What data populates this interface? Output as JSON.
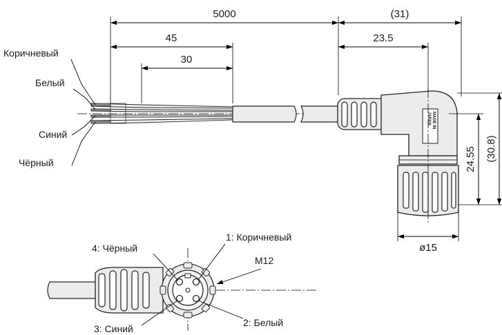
{
  "dimensions": {
    "cable_length": "5000",
    "strip_outer": "45",
    "strip_inner": "30",
    "connector_length": "(31)",
    "connector_offset": "23.5",
    "height_inner": "24.55",
    "height_outer": "(30.8)",
    "diameter": "ø15"
  },
  "wire_labels": {
    "brown": "Коричневый",
    "white": "Белый",
    "blue": "Синий",
    "black": "Чёрный"
  },
  "pin_labels": {
    "pin1": "1: Коричневый",
    "pin2": "2: Белый",
    "pin3": "3: Синий",
    "pin4": "4: Чёрный",
    "thread": "M12"
  },
  "label_plate": {
    "line1": "MADE IN",
    "line2": "JAPAN"
  },
  "colors": {
    "line": "#000000",
    "body_fill": "#ececec",
    "background": "#ffffff"
  }
}
